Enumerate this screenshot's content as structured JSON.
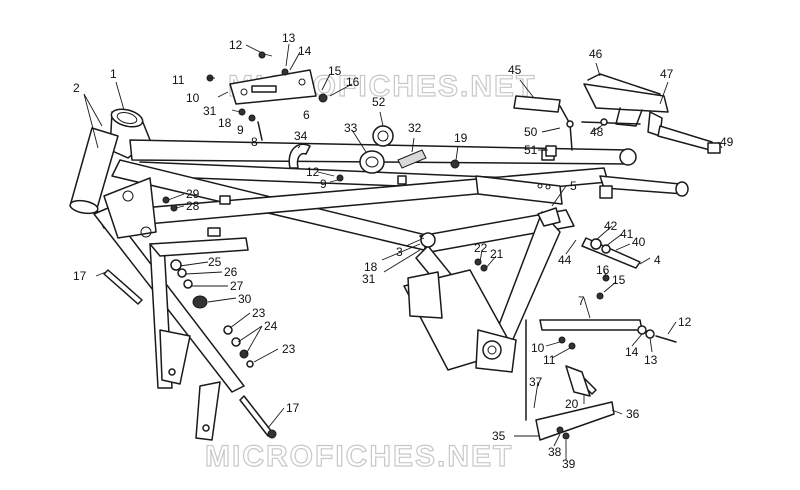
{
  "diagram": {
    "watermarks": [
      {
        "id": "wm-top",
        "text": "MICROFICHES.NET"
      },
      {
        "id": "wm-bottom",
        "text": "MICROFICHES.NET"
      }
    ],
    "callouts": [
      {
        "id": "c1",
        "label": "1"
      },
      {
        "id": "c2",
        "label": "2"
      },
      {
        "id": "c3",
        "label": "3"
      },
      {
        "id": "c4",
        "label": "4"
      },
      {
        "id": "c5",
        "label": "5"
      },
      {
        "id": "c6",
        "label": "6"
      },
      {
        "id": "c7",
        "label": "7"
      },
      {
        "id": "c8",
        "label": "8"
      },
      {
        "id": "c9a",
        "label": "9"
      },
      {
        "id": "c9b",
        "label": "9"
      },
      {
        "id": "c10a",
        "label": "10"
      },
      {
        "id": "c10b",
        "label": "10"
      },
      {
        "id": "c11a",
        "label": "11"
      },
      {
        "id": "c11b",
        "label": "11"
      },
      {
        "id": "c12a",
        "label": "12"
      },
      {
        "id": "c12b",
        "label": "12"
      },
      {
        "id": "c12c",
        "label": "12"
      },
      {
        "id": "c13a",
        "label": "13"
      },
      {
        "id": "c13b",
        "label": "13"
      },
      {
        "id": "c14a",
        "label": "14"
      },
      {
        "id": "c14b",
        "label": "14"
      },
      {
        "id": "c15a",
        "label": "15"
      },
      {
        "id": "c15b",
        "label": "15"
      },
      {
        "id": "c16a",
        "label": "16"
      },
      {
        "id": "c16b",
        "label": "16"
      },
      {
        "id": "c17a",
        "label": "17"
      },
      {
        "id": "c17b",
        "label": "17"
      },
      {
        "id": "c18a",
        "label": "18"
      },
      {
        "id": "c18b",
        "label": "18"
      },
      {
        "id": "c19",
        "label": "19"
      },
      {
        "id": "c20",
        "label": "20"
      },
      {
        "id": "c21",
        "label": "21"
      },
      {
        "id": "c22",
        "label": "22"
      },
      {
        "id": "c23a",
        "label": "23"
      },
      {
        "id": "c23b",
        "label": "23"
      },
      {
        "id": "c24",
        "label": "24"
      },
      {
        "id": "c25",
        "label": "25"
      },
      {
        "id": "c26",
        "label": "26"
      },
      {
        "id": "c27",
        "label": "27"
      },
      {
        "id": "c28",
        "label": "28"
      },
      {
        "id": "c29",
        "label": "29"
      },
      {
        "id": "c30",
        "label": "30"
      },
      {
        "id": "c31a",
        "label": "31"
      },
      {
        "id": "c31b",
        "label": "31"
      },
      {
        "id": "c32",
        "label": "32"
      },
      {
        "id": "c33",
        "label": "33"
      },
      {
        "id": "c34",
        "label": "34"
      },
      {
        "id": "c35",
        "label": "35"
      },
      {
        "id": "c36",
        "label": "36"
      },
      {
        "id": "c37",
        "label": "37"
      },
      {
        "id": "c38",
        "label": "38"
      },
      {
        "id": "c39",
        "label": "39"
      },
      {
        "id": "c40",
        "label": "40"
      },
      {
        "id": "c41",
        "label": "41"
      },
      {
        "id": "c42",
        "label": "42"
      },
      {
        "id": "c44",
        "label": "44"
      },
      {
        "id": "c45",
        "label": "45"
      },
      {
        "id": "c46",
        "label": "46"
      },
      {
        "id": "c47",
        "label": "47"
      },
      {
        "id": "c48",
        "label": "48"
      },
      {
        "id": "c49",
        "label": "49"
      },
      {
        "id": "c50",
        "label": "50"
      },
      {
        "id": "c51",
        "label": "51"
      },
      {
        "id": "c52",
        "label": "52"
      }
    ]
  }
}
